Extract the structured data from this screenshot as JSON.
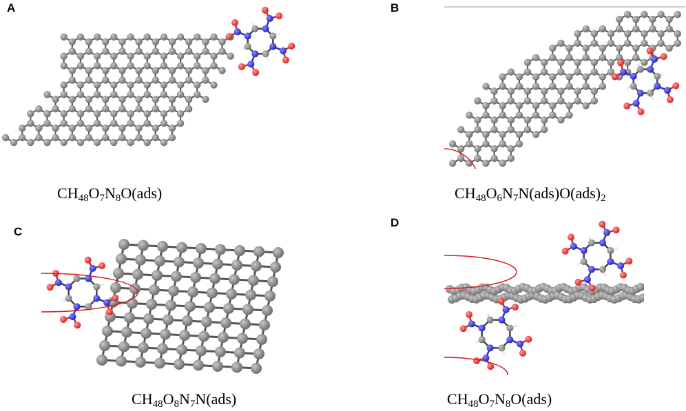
{
  "panels": [
    {
      "letter": "A",
      "formula": [
        [
          "C",
          ""
        ],
        [
          "H",
          "4"
        ],
        [
          "",
          "8"
        ],
        [
          "O",
          "7"
        ],
        [
          "N",
          "8"
        ],
        [
          "O(ads)",
          ""
        ]
      ]
    },
    {
      "letter": "B",
      "formula": [
        [
          "C",
          ""
        ],
        [
          "H",
          "4"
        ],
        [
          "",
          "8"
        ],
        [
          "O",
          "6"
        ],
        [
          "N",
          "7"
        ],
        [
          "N(ads)O(ads)",
          "2"
        ]
      ]
    },
    {
      "letter": "C",
      "formula": [
        [
          "C",
          ""
        ],
        [
          "H",
          "4"
        ],
        [
          "",
          "8"
        ],
        [
          "O",
          "8"
        ],
        [
          "N",
          "7"
        ],
        [
          "N(ads)",
          ""
        ]
      ]
    },
    {
      "letter": "D",
      "formula": [
        [
          "C",
          ""
        ],
        [
          "H",
          "4"
        ],
        [
          "",
          "8"
        ],
        [
          "O",
          "7"
        ],
        [
          "N",
          "8"
        ],
        [
          "O(ads)",
          ""
        ]
      ]
    }
  ],
  "colors": {
    "carbon": "#6e6e6e",
    "nitrogen": "#2323c8",
    "oxygen": "#dc1e1e",
    "hydrogen": "#e6e6e6",
    "highlight_circle": "#d42020"
  }
}
